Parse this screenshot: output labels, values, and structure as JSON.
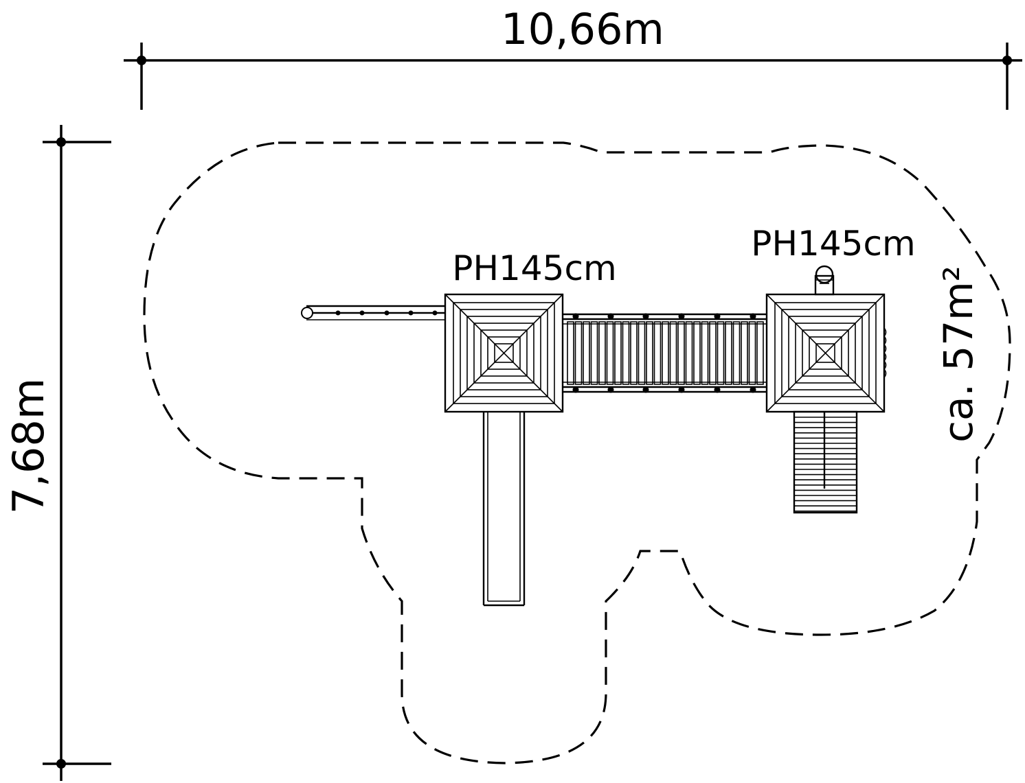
{
  "dimensions": {
    "width_label": "10,66m",
    "height_label": "7,68m"
  },
  "platforms": [
    {
      "height_label": "PH145cm"
    },
    {
      "height_label": "PH145cm"
    }
  ],
  "safety_area": {
    "label": "ca. 57m²"
  }
}
